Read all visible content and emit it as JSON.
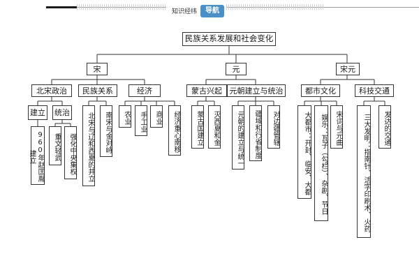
{
  "header": {
    "tag": "知识经纬",
    "badge": "导航"
  },
  "root": "民族关系发展和社会变化",
  "song": {
    "label": "宋",
    "groups": [
      {
        "label": "北宋政治",
        "items": [
          {
            "label": "建立",
            "children": [
              "960年赵匡胤建立"
            ]
          },
          {
            "label": "统治",
            "children": [
              "重文轻武",
              "强化中央集权"
            ]
          }
        ]
      },
      {
        "label": "民族关系",
        "items": [
          {
            "label": "北宋与辽和西夏的并立"
          },
          {
            "label": "南宋与金对峙"
          }
        ]
      },
      {
        "label": "经济",
        "items": [
          {
            "label": "农业"
          },
          {
            "label": "手工业"
          },
          {
            "label": "商业"
          },
          {
            "label": "经济重心南移"
          }
        ]
      }
    ]
  },
  "yuan": {
    "label": "元",
    "groups": [
      {
        "label": "蒙古兴起",
        "items": [
          {
            "label": "蒙古国建立"
          },
          {
            "label": "灭西夏和金"
          }
        ]
      },
      {
        "label": "元朝建立与统治",
        "items": [
          {
            "label": "元朝的建立与统一"
          },
          {
            "label": "疆域和行省制度"
          },
          {
            "label": "对边疆管辖"
          }
        ]
      }
    ]
  },
  "songyuan": {
    "label": "宋元",
    "groups": [
      {
        "label": "都市文化",
        "items": [
          {
            "label": "大都市：开封、临安、大都"
          },
          {
            "label": "娱乐：瓦子（勾栏）、杂剧、节日"
          },
          {
            "label": "宋词与元曲"
          }
        ]
      },
      {
        "label": "科技交通",
        "items": [
          {
            "label": "三大发明：指南针、活字印刷术、火药"
          },
          {
            "label": "发达的交通"
          }
        ]
      }
    ]
  }
}
